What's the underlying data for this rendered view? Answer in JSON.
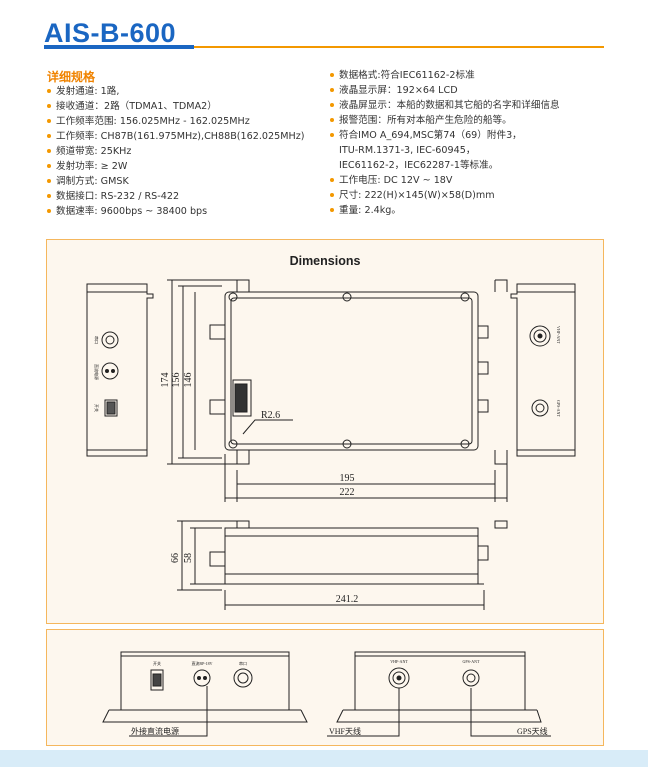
{
  "header": {
    "model": "AIS-B-600"
  },
  "specs_left": {
    "heading": "详细规格",
    "items": [
      "发射通道: 1路,",
      "接收通道：2路（TDMA1、TDMA2）",
      "工作频率范围: 156.025MHz - 162.025MHz",
      "工作频率: CH87B(161.975MHz),CH88B(162.025MHz)",
      "频道带宽: 25KHz",
      "发射功率: ≥ 2W",
      "调制方式: GMSK",
      "数据接口: RS-232 / RS-422",
      "数据速率: 9600bps ~ 38400 bps"
    ]
  },
  "specs_right": {
    "items": [
      "数据格式:符合IEC61162-2标准",
      "液晶显示屏：192×64 LCD",
      "液晶屏显示：本船的数据和其它船的名字和详细信息",
      "报警范围：所有对本船产生危险的船等。",
      "符合IMO A_694,MSC第74（69）附件3，",
      "ITU-RM.1371-3, IEC-60945，",
      "IEC61162-2，IEC62287-1等标准。",
      "工作电压: DC 12V ~ 18V",
      "尺寸: 222(H)×145(W)×58(D)mm",
      "重量: 2.4kg。"
    ]
  },
  "dimensions": {
    "title": "Dimensions",
    "labels": {
      "d174": "174",
      "d156": "156",
      "d146": "146",
      "radius": "R2.6",
      "d195": "195",
      "d222": "222",
      "d66": "66",
      "d58": "58",
      "d241": "241.2"
    },
    "left_panel_labels": {
      "power_switch": "开关",
      "power_in": "直流电源",
      "serial": "串口"
    },
    "right_panel_labels": {
      "vhf": "VHF-ANT",
      "gps": "GPS-ANT"
    }
  },
  "connectors": {
    "switch_label": "开关",
    "power_label": "直流BP-18V",
    "serial_label": "串口",
    "vhf_label": "VHF-ANT",
    "gps_label": "GPS-ANT",
    "callout_power": "外接直流电源",
    "callout_vhf": "VHF天线",
    "callout_gps": "GPS天线"
  },
  "colors": {
    "title_blue": "#1a66c2",
    "accent_orange": "#f39800",
    "panel_border": "#f5b75d"
  }
}
